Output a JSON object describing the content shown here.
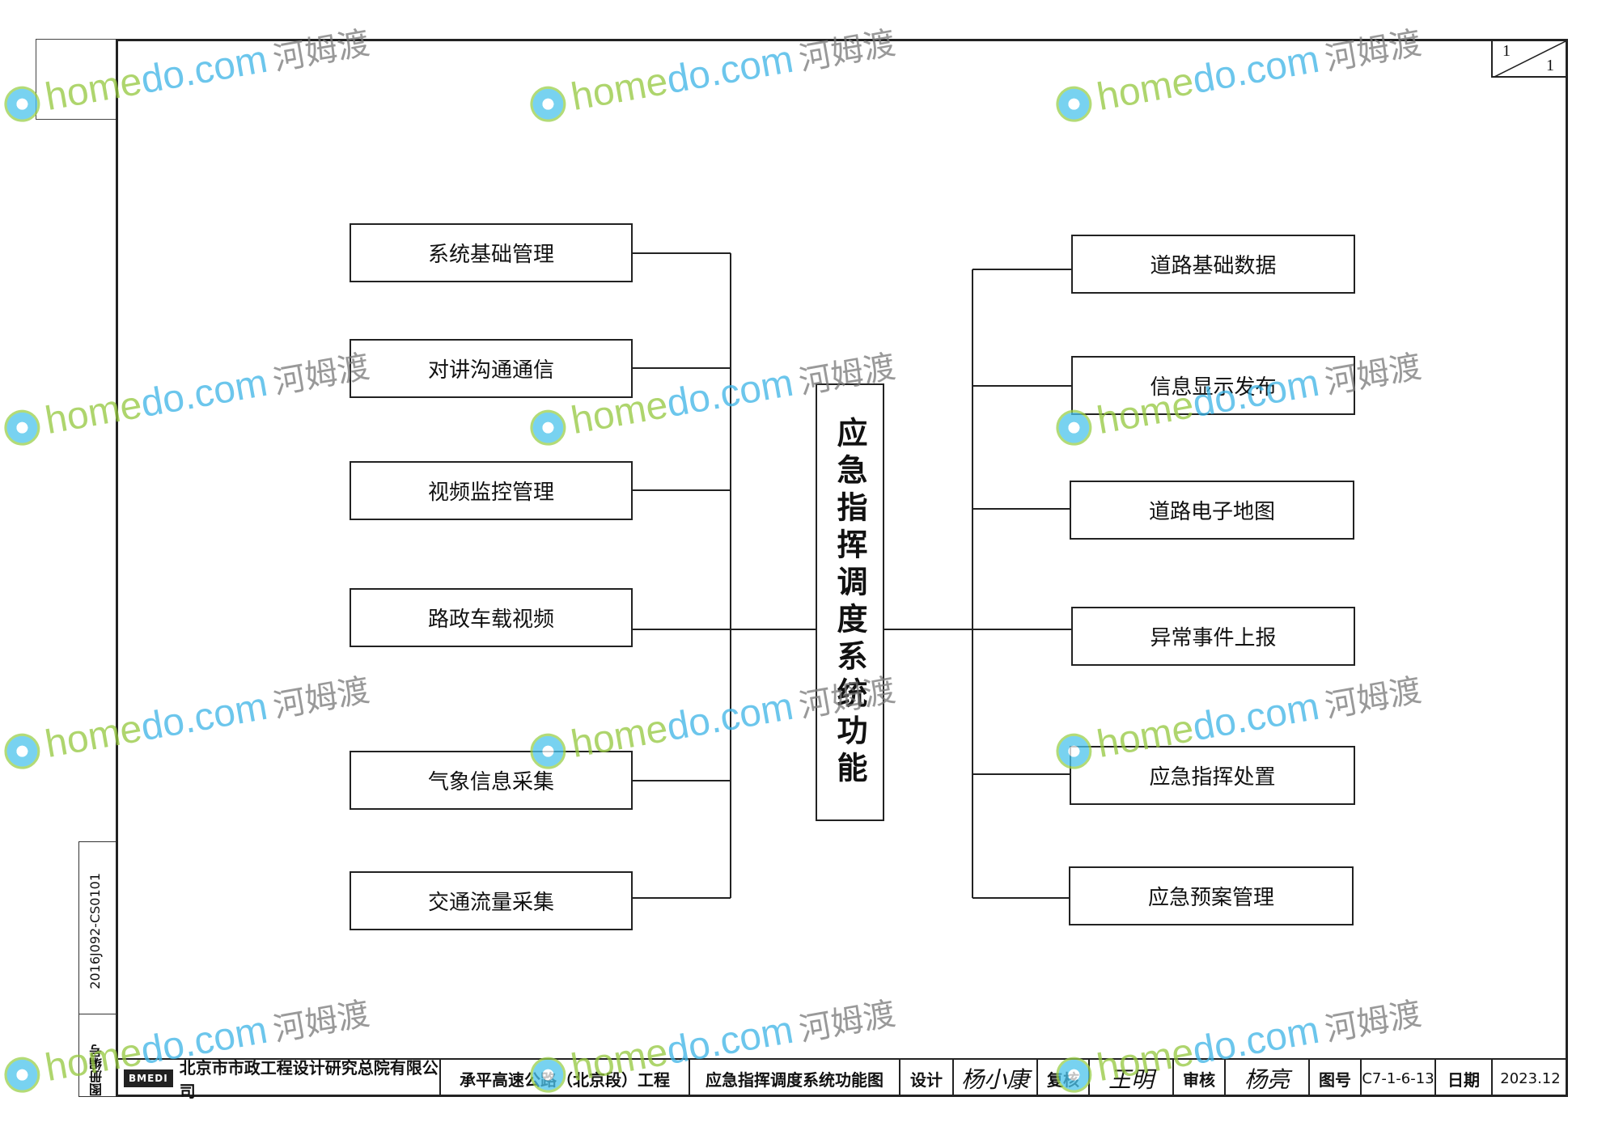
{
  "diagram": {
    "center": "应急指挥调度系统功能",
    "left_items": [
      "系统基础管理",
      "对讲沟通通信",
      "视频监控管理",
      "路政车载视频",
      "气象信息采集",
      "交通流量采集"
    ],
    "right_items": [
      "道路基础数据",
      "信息显示发布",
      "道路电子地图",
      "异常事件上报",
      "应急指挥处置",
      "应急预案管理"
    ]
  },
  "sheet": {
    "page_num": "1",
    "page_total": "1",
    "side_code": "2016J092-CS0101",
    "side_label": "图册编号"
  },
  "title_block": {
    "logo_text": "BMEDI",
    "company": "北京市市政工程设计研究总院有限公司",
    "project": "承平高速公路（北京段）工程",
    "drawing_title": "应急指挥调度系统功能图",
    "design_label": "设计",
    "design_sig": "杨小康",
    "review_label": "复核",
    "review_sig": "王明",
    "approve_label": "审核",
    "approve_sig": "杨亮",
    "drawing_no_label": "图号",
    "drawing_no": "C7-1-6-13",
    "date_label": "日期",
    "date": "2023.12"
  },
  "watermark": {
    "part1": "home",
    "part2": "do",
    "part3": ".com",
    "cn": "河姆渡"
  }
}
